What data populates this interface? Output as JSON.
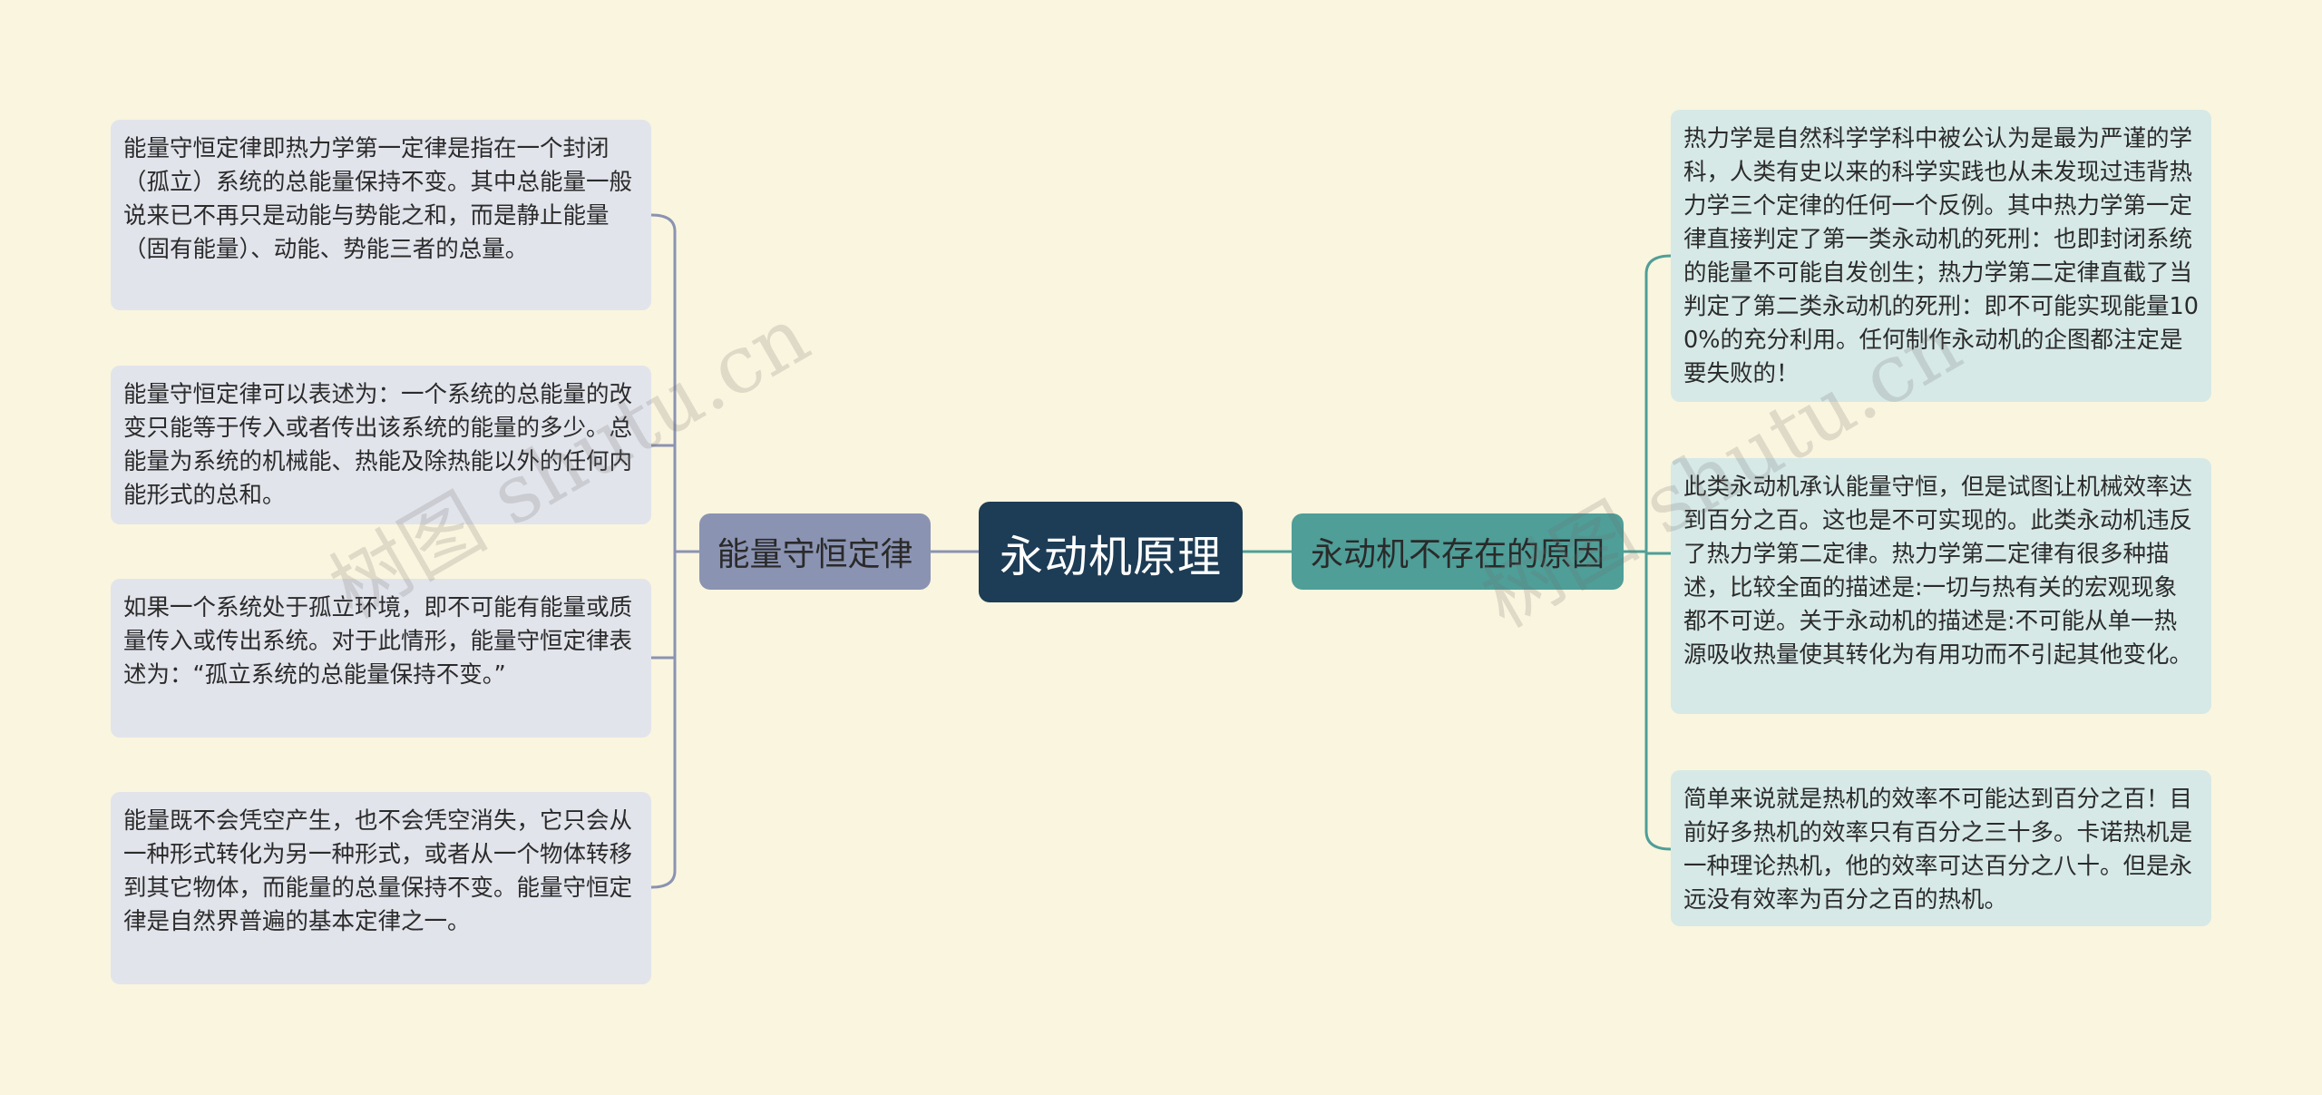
{
  "root": {
    "label": "永动机原理"
  },
  "left_branch": {
    "label": "能量守恒定律",
    "color": "#8b93b2",
    "leaves": [
      "能量守恒定律即热力学第一定律是指在一个封闭（孤立）系统的总能量保持不变。其中总能量一般说来已不再只是动能与势能之和，而是静止能量（固有能量）、动能、势能三者的总量。",
      "能量守恒定律可以表述为：一个系统的总能量的改变只能等于传入或者传出该系统的能量的多少。总能量为系统的机械能、热能及除热能以外的任何内能形式的总和。",
      "如果一个系统处于孤立环境，即不可能有能量或质量传入或传出系统。对于此情形，能量守恒定律表述为：“孤立系统的总能量保持不变。”",
      "能量既不会凭空产生，也不会凭空消失，它只会从一种形式转化为另一种形式，或者从一个物体转移到其它物体，而能量的总量保持不变。能量守恒定律是自然界普遍的基本定律之一。"
    ]
  },
  "right_branch": {
    "label": "永动机不存在的原因",
    "color": "#4f9e98",
    "leaves": [
      "热力学是自然科学学科中被公认为是最为严谨的学科，人类有史以来的科学实践也从未发现过违背热力学三个定律的任何一个反例。其中热力学第一定律直接判定了第一类永动机的死刑：也即封闭系统的能量不可能自发创生；热力学第二定律直截了当判定了第二类永动机的死刑：即不可能实现能量100%的充分利用。任何制作永动机的企图都注定是要失败的！",
      "此类永动机承认能量守恒，但是试图让机械效率达到百分之百。这也是不可实现的。此类永动机违反了热力学第二定律。热力学第二定律有很多种描述，比较全面的描述是:一切与热有关的宏观现象都不可逆。关于永动机的描述是:不可能从单一热源吸收热量使其转化为有用功而不引起其他变化。",
      "简单来说就是热机的效率不可能达到百分之百！目前好多热机的效率只有百分之三十多。卡诺热机是一种理论热机，他的效率可达百分之八十。但是永远没有效率为百分之百的热机。"
    ]
  },
  "watermarks": [
    "树图 shutu.cn",
    "树图 shutu.cn"
  ],
  "colors": {
    "background": "#faf5de",
    "root": "#1d3c55"
  }
}
